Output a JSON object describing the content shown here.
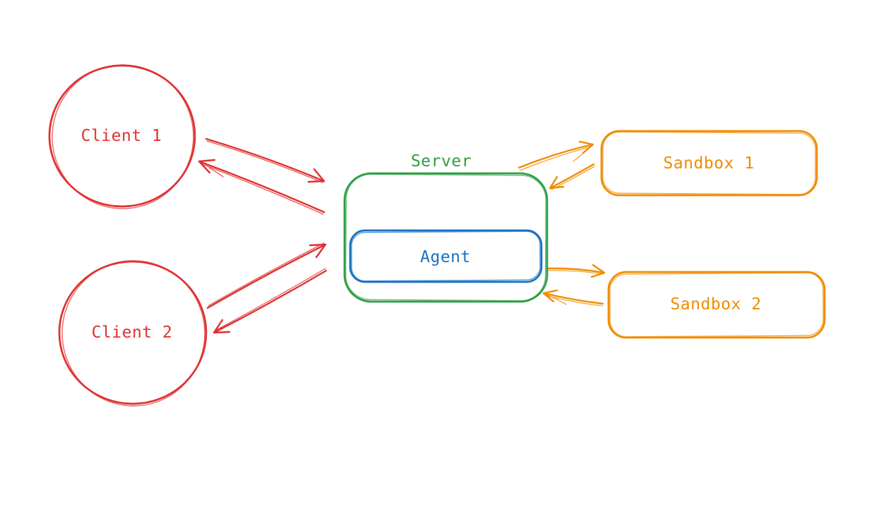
{
  "colors": {
    "red": "#e03131",
    "green": "#2f9e44",
    "blue": "#1971c2",
    "orange": "#f08c00",
    "background": "#ffffff"
  },
  "nodes": {
    "client1": {
      "label": "Client 1",
      "shape": "circle",
      "color": "#e03131"
    },
    "client2": {
      "label": "Client 2",
      "shape": "circle",
      "color": "#e03131"
    },
    "server": {
      "label": "Server",
      "shape": "rounded-rectangle",
      "color": "#2f9e44"
    },
    "agent": {
      "label": "Agent",
      "shape": "rounded-rectangle",
      "color": "#1971c2",
      "parent": "server"
    },
    "sandbox1": {
      "label": "Sandbox 1",
      "shape": "rounded-rectangle",
      "color": "#f08c00"
    },
    "sandbox2": {
      "label": "Sandbox 2",
      "shape": "rounded-rectangle",
      "color": "#f08c00"
    }
  },
  "edges": [
    {
      "from": "Client 1",
      "to": "Server",
      "color": "#e03131"
    },
    {
      "from": "Server",
      "to": "Client 1",
      "color": "#e03131"
    },
    {
      "from": "Client 2",
      "to": "Server",
      "color": "#e03131"
    },
    {
      "from": "Server",
      "to": "Client 2",
      "color": "#e03131"
    },
    {
      "from": "Server",
      "to": "Sandbox 1",
      "color": "#f08c00"
    },
    {
      "from": "Sandbox 1",
      "to": "Server",
      "color": "#f08c00"
    },
    {
      "from": "Server",
      "to": "Sandbox 2",
      "color": "#f08c00"
    },
    {
      "from": "Sandbox 2",
      "to": "Server",
      "color": "#f08c00"
    }
  ]
}
